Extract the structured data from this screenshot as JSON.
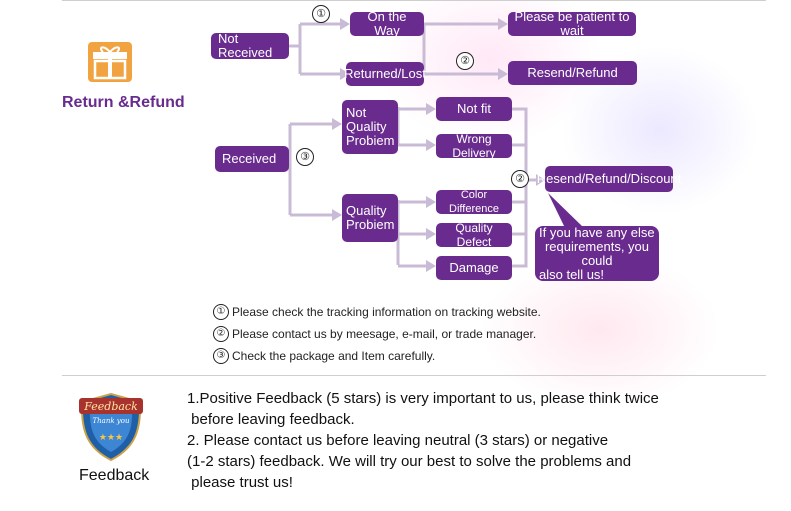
{
  "section": {
    "title": "Return &Refund",
    "icon": "gift-icon"
  },
  "flow": {
    "not_received": "Not Received",
    "on_the_way": "On the Way",
    "please_wait": "Please be patient to wait",
    "returned_lost": "Returned/Lost",
    "resend_refund": "Resend/Refund",
    "received": "Received",
    "not_quality_problem": [
      "Not",
      "Quality",
      "Probiem"
    ],
    "not_fit": "Not fit",
    "wrong_delivery": "Wrong Delivery",
    "quality_problem": [
      "Quality",
      "Probiem"
    ],
    "color_difference": "Color Difference",
    "quality_defect": "Quality Defect",
    "damage": "Damage",
    "resend_refund_discount": "Resend/Refund/Discount",
    "speech_note": [
      "If you have any else",
      "requirements, you could",
      "also tell us!"
    ],
    "marks": [
      "①",
      "②",
      "③"
    ]
  },
  "notes": [
    {
      "mark": "①",
      "text": "Please check the tracking information on tracking website."
    },
    {
      "mark": "②",
      "text": "Please contact us by meesage, e-mail, or trade manager."
    },
    {
      "mark": "③",
      "text": "Check the package and Item carefully."
    }
  ],
  "feedback": {
    "badge_text_1": "Feedback",
    "badge_text_2": "Thank you",
    "label": "Feedback",
    "lines": [
      "1.Positive Feedback (5 stars) is very important to us, please think twice",
      " before leaving feedback.",
      "2. Please contact us before leaving neutral (3 stars) or negative",
      "(1-2 stars) feedback. We will try our best to solve the problems and",
      " please trust us!"
    ]
  },
  "colors": {
    "box": "#6a2b8e",
    "connector": "#c9bbd6",
    "title": "#6a2b8e",
    "gift": "#f2a341",
    "badge": "#1f5fa8"
  }
}
